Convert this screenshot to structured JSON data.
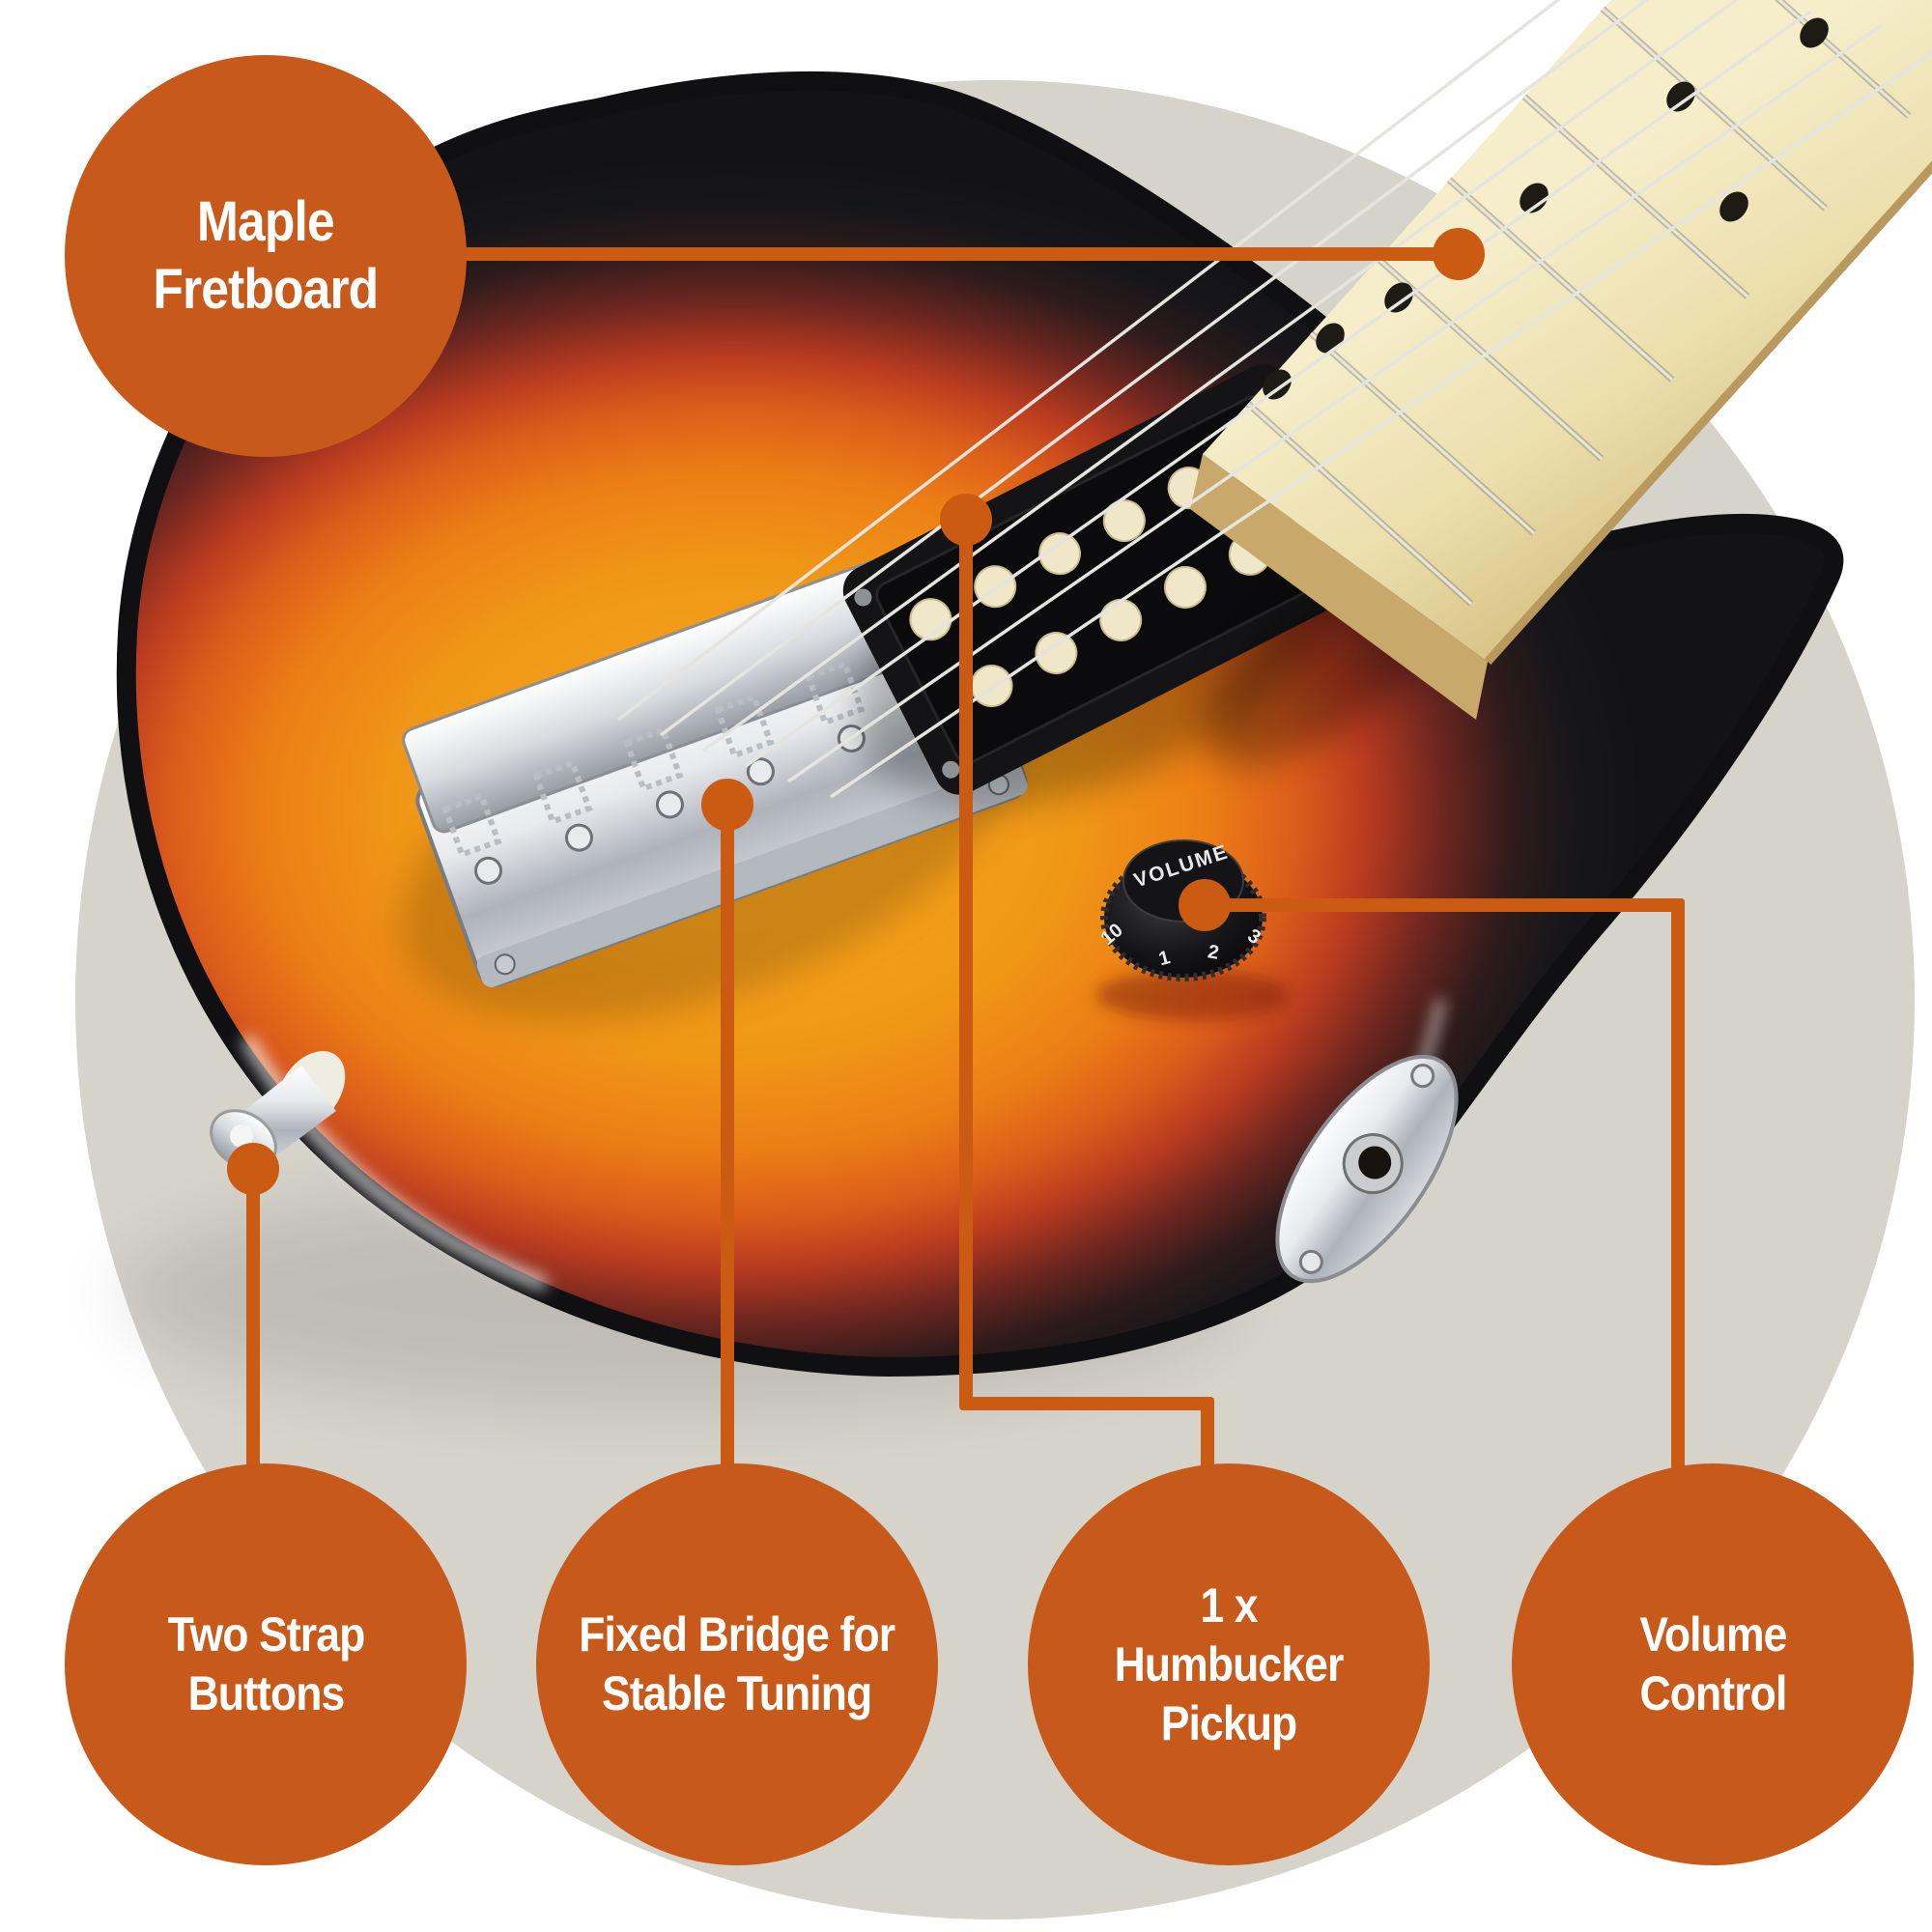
{
  "infographic": {
    "background_color": "#ffffff",
    "stage_circle_color": "#D6D3CB",
    "accent_color": "#C7591B",
    "callouts": {
      "maple_fretboard": {
        "label": "Maple\nFretboard"
      },
      "strap_buttons": {
        "label": "Two Strap\nButtons"
      },
      "fixed_bridge": {
        "label": "Fixed Bridge for\nStable Tuning"
      },
      "humbucker": {
        "label": "1 x\nHumbucker\nPickup"
      },
      "volume_control": {
        "label": "Volume\nControl"
      }
    }
  },
  "guitar": {
    "knob": {
      "label": "VOLUME",
      "ticks": [
        "10",
        "1",
        "2",
        "3"
      ]
    }
  }
}
